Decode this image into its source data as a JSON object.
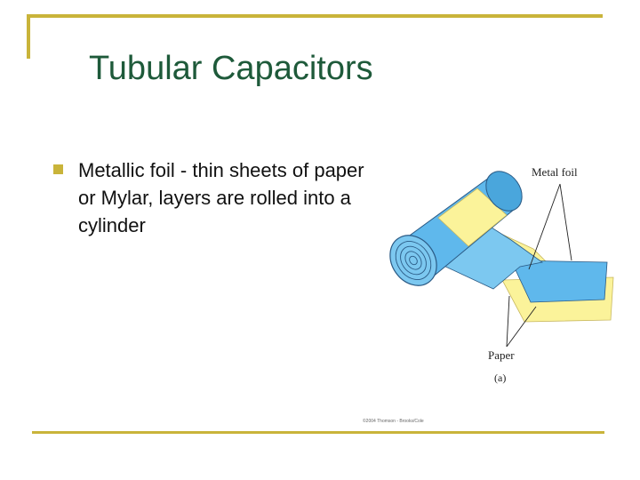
{
  "slide": {
    "title": "Tubular Capacitors",
    "bullets": [
      "Metallic foil - thin sheets of paper or Mylar, layers are rolled into a cylinder"
    ]
  },
  "figure": {
    "labels": {
      "metal_foil": "Metal foil",
      "paper": "Paper",
      "panel": "(a)"
    },
    "copyright": "©2004 Thomson - Brooks/Cole",
    "colors": {
      "foil": "#5fb8ec",
      "paper": "#fbf39a",
      "outline": "#2a5a85",
      "accent": "#c9b43a"
    }
  }
}
